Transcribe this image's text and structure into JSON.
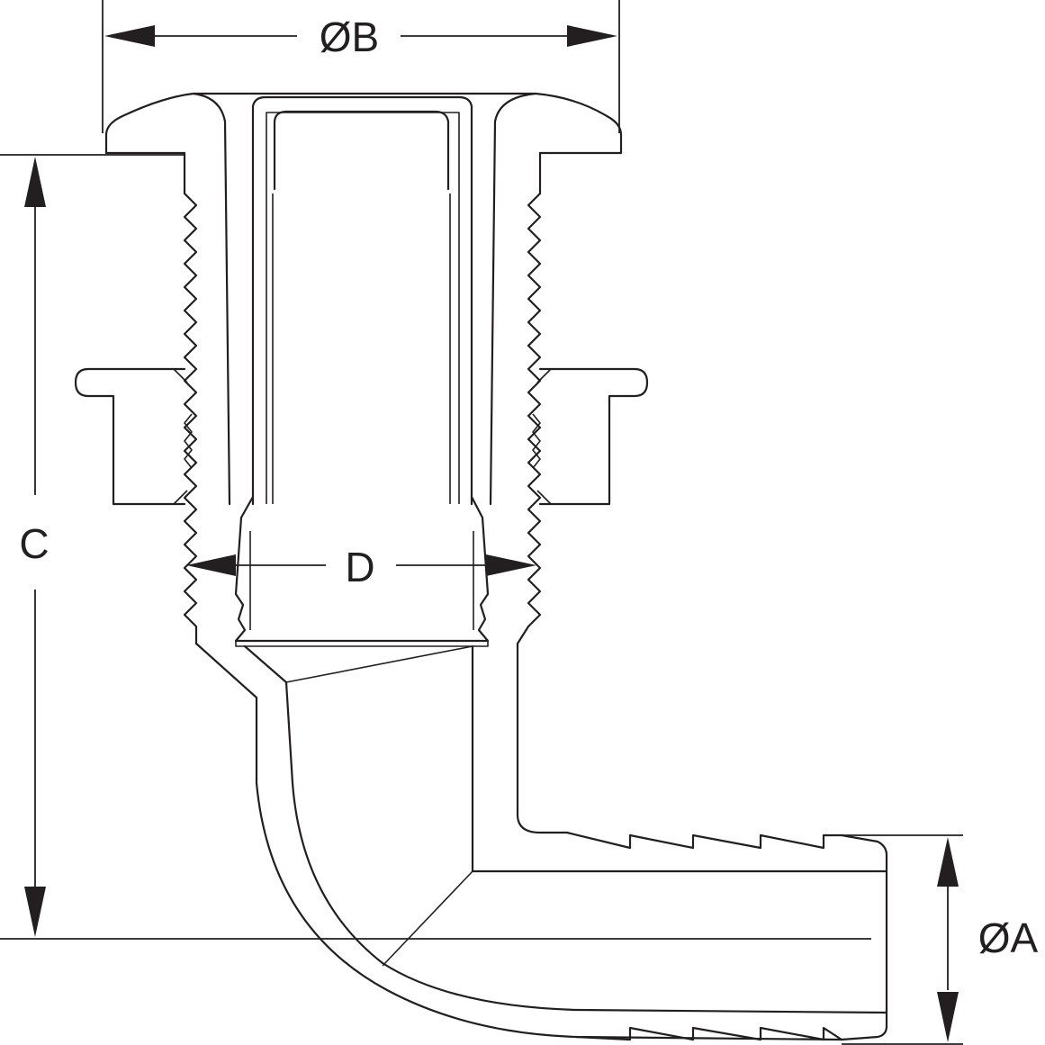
{
  "dimensions": {
    "diameter_b": "ØB",
    "height_c": "C",
    "bore_d": "D",
    "diameter_a": "ØA"
  },
  "colors": {
    "line": "#231f20",
    "background": "#ffffff"
  }
}
